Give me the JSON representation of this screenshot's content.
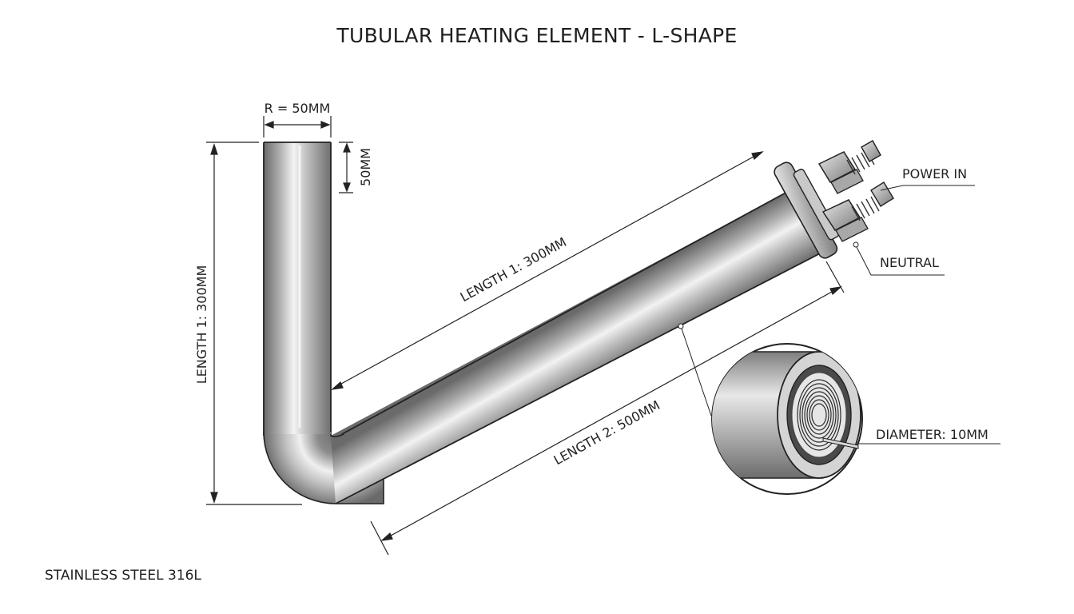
{
  "title": "TUBULAR HEATING ELEMENT - L-SHAPE",
  "material": "STAINLESS STEEL 316L",
  "dimensions": {
    "radius_label": "R = 50MM",
    "tip_label": "50MM",
    "vertical_length_label": "LENGTH 1: 300MM",
    "diagonal_length1_label": "LENGTH 1: 300MM",
    "diagonal_length2_label": "LENGTH 2: 500MM"
  },
  "callouts": {
    "power_in": "POWER IN",
    "neutral": "NEUTRAL",
    "diameter": "DIAMETER: 10MM"
  },
  "colors": {
    "tube_dark": "#6e6e6e",
    "tube_light": "#f2f2f2",
    "line": "#222222"
  }
}
